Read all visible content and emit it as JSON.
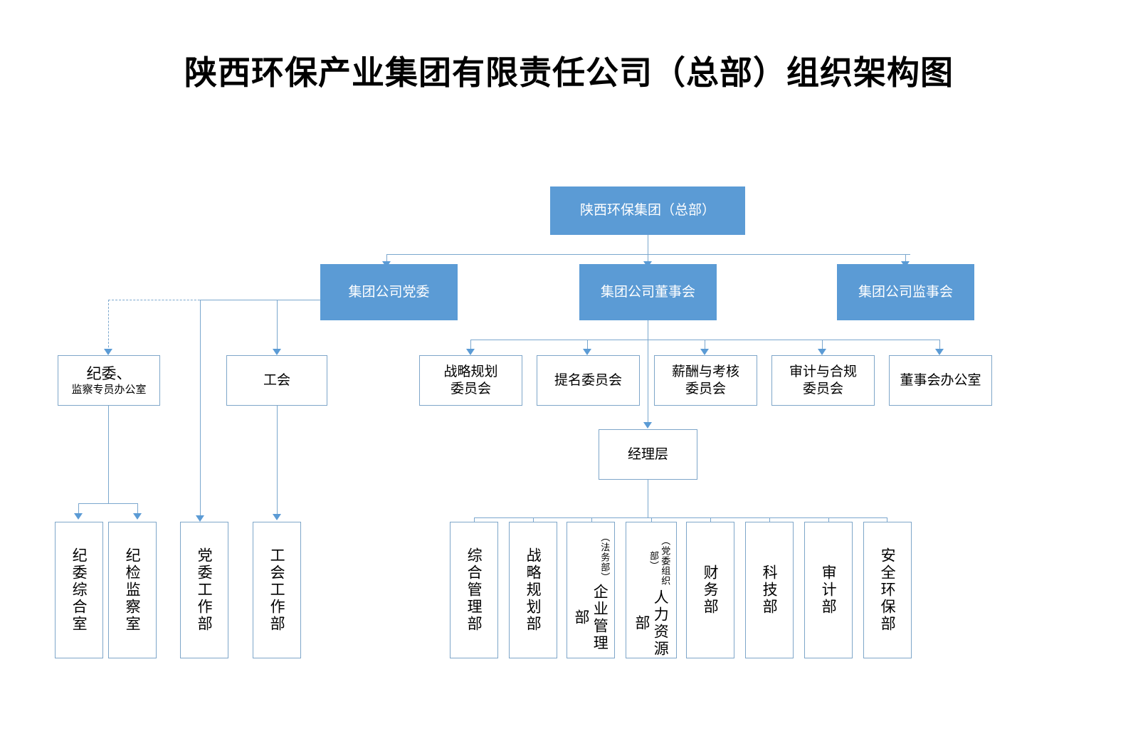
{
  "document": {
    "title": "陕西环保产业集团有限责任公司（总部）组织架构图",
    "type": "organizational-chart",
    "accent_color": "#5B9BD5",
    "line_color": "#7BA7CE",
    "background": "#FFFFFF"
  },
  "nodes": {
    "root": {
      "label": "陕西环保集团（总部）",
      "style": "filled"
    },
    "level2": [
      {
        "id": "party-committee",
        "label": "集团公司党委",
        "style": "filled"
      },
      {
        "id": "board-of-directors",
        "label": "集团公司董事会",
        "style": "filled"
      },
      {
        "id": "board-of-supervisors",
        "label": "集团公司监事会",
        "style": "filled"
      }
    ],
    "discipline": {
      "line1": "纪委、",
      "line2": "监察专员办公室",
      "style": "outline"
    },
    "labor-union": {
      "label": "工会",
      "style": "outline"
    },
    "committees": [
      {
        "id": "strategy-planning-committee",
        "line1": "战略规划",
        "line2": "委员会"
      },
      {
        "id": "nomination-committee",
        "line1": "提名委员会",
        "line2": ""
      },
      {
        "id": "compensation-assessment-committee",
        "line1": "薪酬与考核",
        "line2": "委员会"
      },
      {
        "id": "audit-compliance-committee",
        "line1": "审计与合规",
        "line2": "委员会"
      },
      {
        "id": "board-office",
        "line1": "董事会办公室",
        "line2": ""
      }
    ],
    "management": {
      "label": "经理层",
      "style": "outline"
    },
    "party-departments": [
      {
        "id": "discipline-general-office",
        "main": "纪委综合室",
        "sub": ""
      },
      {
        "id": "discipline-inspection-office",
        "main": "纪检监察室",
        "sub": ""
      },
      {
        "id": "party-committee-work-dept",
        "main": "党委工作部",
        "sub": ""
      },
      {
        "id": "labor-union-work-dept",
        "main": "工会工作部",
        "sub": ""
      }
    ],
    "departments": [
      {
        "id": "general-management-dept",
        "main": "综合管理部",
        "sub": ""
      },
      {
        "id": "strategy-planning-dept",
        "main": "战略规划部",
        "sub": ""
      },
      {
        "id": "enterprise-management-dept",
        "main": "企业管理部",
        "sub": "（法务部）"
      },
      {
        "id": "human-resources-dept",
        "main": "人力资源部",
        "sub": "（党委组织部）"
      },
      {
        "id": "finance-dept",
        "main": "财务部",
        "sub": ""
      },
      {
        "id": "technology-dept",
        "main": "科技部",
        "sub": ""
      },
      {
        "id": "audit-dept",
        "main": "审计部",
        "sub": ""
      },
      {
        "id": "safety-environment-dept",
        "main": "安全环保部",
        "sub": ""
      }
    ]
  }
}
